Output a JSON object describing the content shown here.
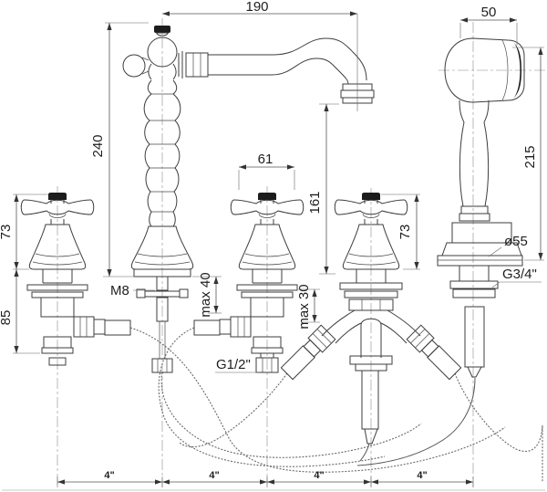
{
  "drawing": {
    "dimensions": {
      "spout_reach": "190",
      "handshower_head_width": "50",
      "spout_column_height": "240",
      "handshower_height": "215",
      "handle_width": "61",
      "spout_outlet_height": "161",
      "left_handle_height": "73",
      "right_handle_height": "73",
      "left_valve_body_depth": "85",
      "stud_thread": "M8",
      "max_deck_thickness_center": "max 40",
      "max_deck_thickness_handle": "max 30",
      "inlet_thread": "G1/2\"",
      "handshower_holder_thread": "G3/4\"",
      "escutcheon_diameter": "ø55",
      "spacing_segment_1": "4\"",
      "spacing_segment_2": "4\"",
      "spacing_segment_3": "4\"",
      "spacing_segment_4": "4\""
    }
  }
}
